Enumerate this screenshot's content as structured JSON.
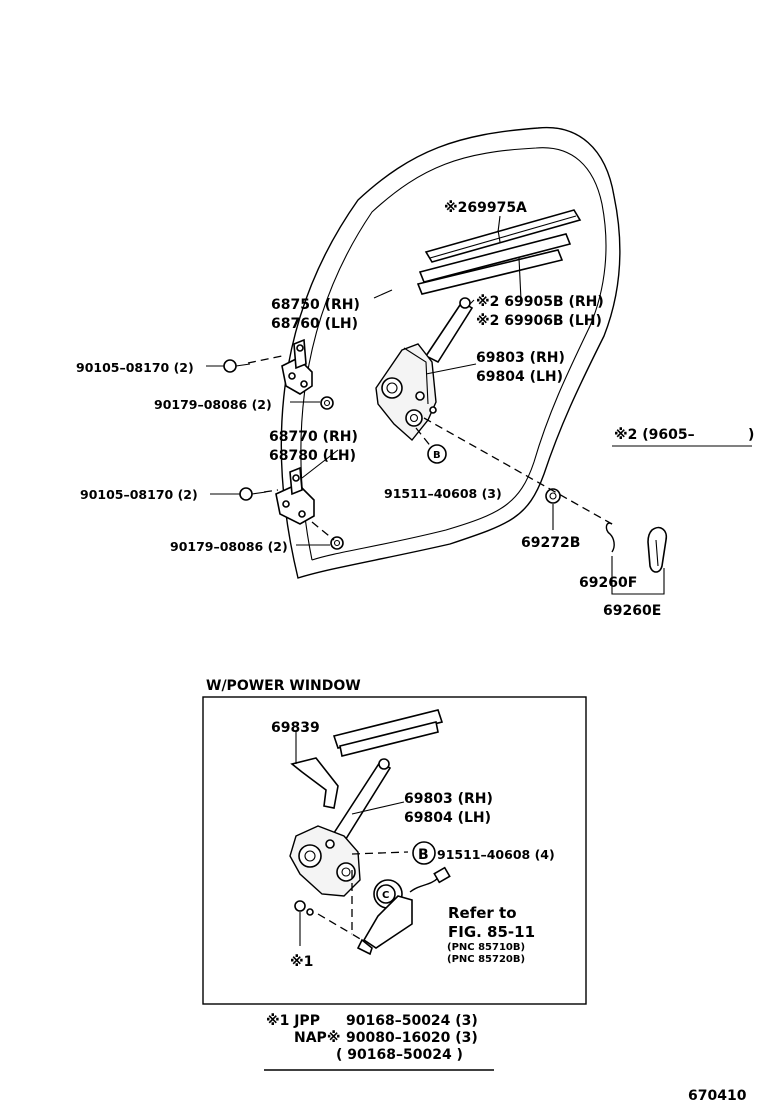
{
  "labels": {
    "p269975a": "※269975A",
    "p68750": "68750 (RH)",
    "p68760": "68760 (LH)",
    "p69905b": "※2 69905B (RH)",
    "p69906b": "※2 69906B (LH)",
    "p90105_a": "90105–08170 (2)",
    "p90179_a": "90179–08086 (2)",
    "p69803_top": "69803 (RH)",
    "p69804_top": "69804 (LH)",
    "p68770": "68770 (RH)",
    "p68780": "68780 (LH)",
    "note2": "※2 (9605–",
    "note2_close": ")",
    "marker_b_top": "B",
    "p91511_top": "91511–40608 (3)",
    "p90105_b": "90105–08170 (2)",
    "p69272b": "69272B",
    "p90179_b": "90179–08086 (2)",
    "p69260f": "69260F",
    "p69260e": "69260E",
    "section_title": "W/POWER WINDOW",
    "p69839": "69839",
    "p69803_bot": "69803 (RH)",
    "p69804_bot": "69804 (LH)",
    "marker_b_bot": "B",
    "p91511_bot": "91511–40608 (4)",
    "refer_to": "Refer to",
    "fig_ref": "FIG. 85-11",
    "pnc1": "(PNC 85710B)",
    "pnc2": "(PNC 85720B)",
    "marker_c": "C",
    "star1": "※1",
    "fn_line1_a": "※1 JPP",
    "fn_line1_b": "90168–50024 (3)",
    "fn_line2_a": "NAP※",
    "fn_line2_b": "90080–16020 (3)",
    "fn_line3": "( 90168–50024 )",
    "figure_number": "670410"
  }
}
